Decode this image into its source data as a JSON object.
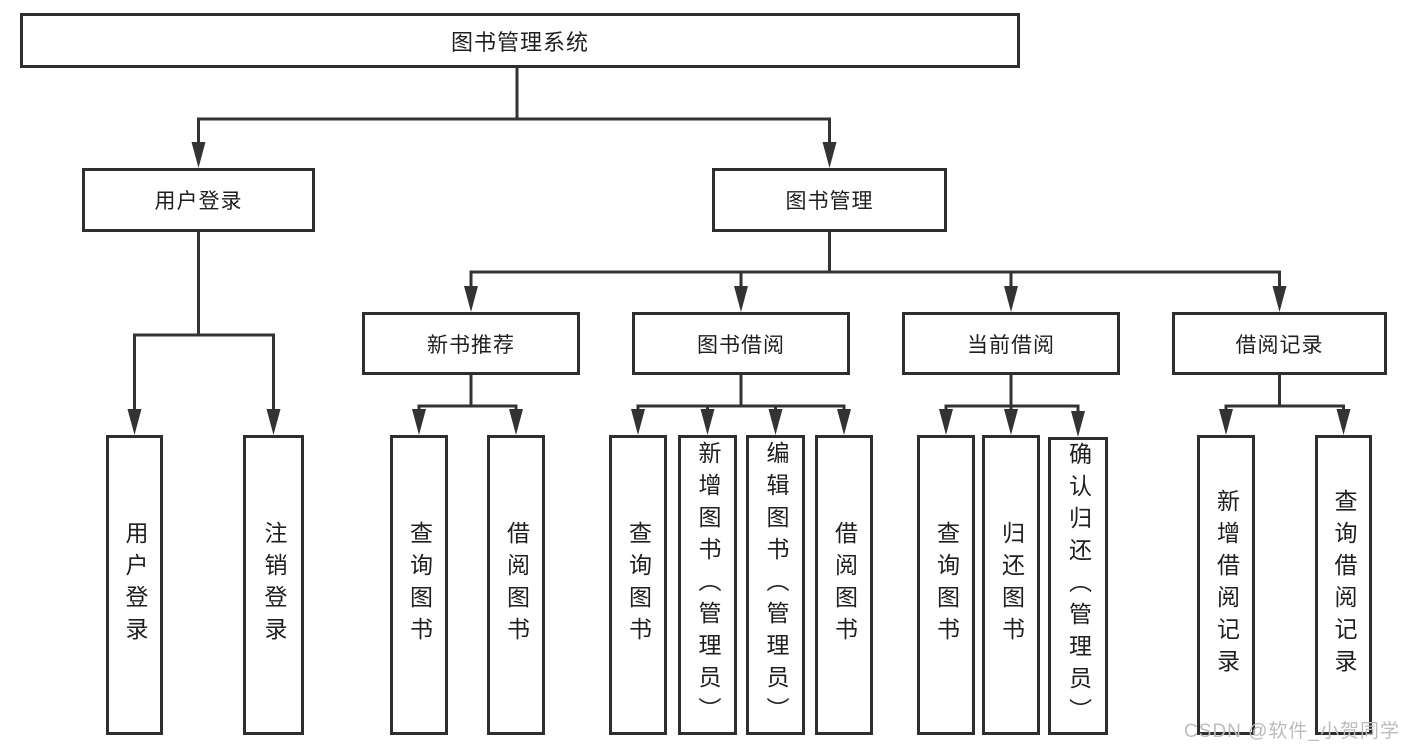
{
  "colors": {
    "line": "#333333",
    "box-border": "#2e2e2e",
    "text": "#1f1f1f",
    "watermark": "#bcbcbc",
    "bg": "#ffffff"
  },
  "diagram": {
    "root": {
      "label": "图书管理系统"
    },
    "level2": [
      {
        "label": "用户登录",
        "children": [
          {
            "label": "用户登录"
          },
          {
            "label": "注销登录"
          }
        ]
      },
      {
        "label": "图书管理",
        "children": [
          {
            "label": "新书推荐",
            "children": [
              {
                "label": "查询图书"
              },
              {
                "label": "借阅图书"
              }
            ]
          },
          {
            "label": "图书借阅",
            "children": [
              {
                "label": "查询图书"
              },
              {
                "label": "新增图书（管理员）"
              },
              {
                "label": "编辑图书（管理员）"
              },
              {
                "label": "借阅图书"
              }
            ]
          },
          {
            "label": "当前借阅",
            "children": [
              {
                "label": "查询图书"
              },
              {
                "label": "归还图书"
              },
              {
                "label": "确认归还（管理员）"
              }
            ]
          },
          {
            "label": "借阅记录",
            "children": [
              {
                "label": "新增借阅记录"
              },
              {
                "label": "查询借阅记录"
              }
            ]
          }
        ]
      }
    ]
  },
  "watermark": {
    "text": "CSDN @软件_小贺同学"
  }
}
